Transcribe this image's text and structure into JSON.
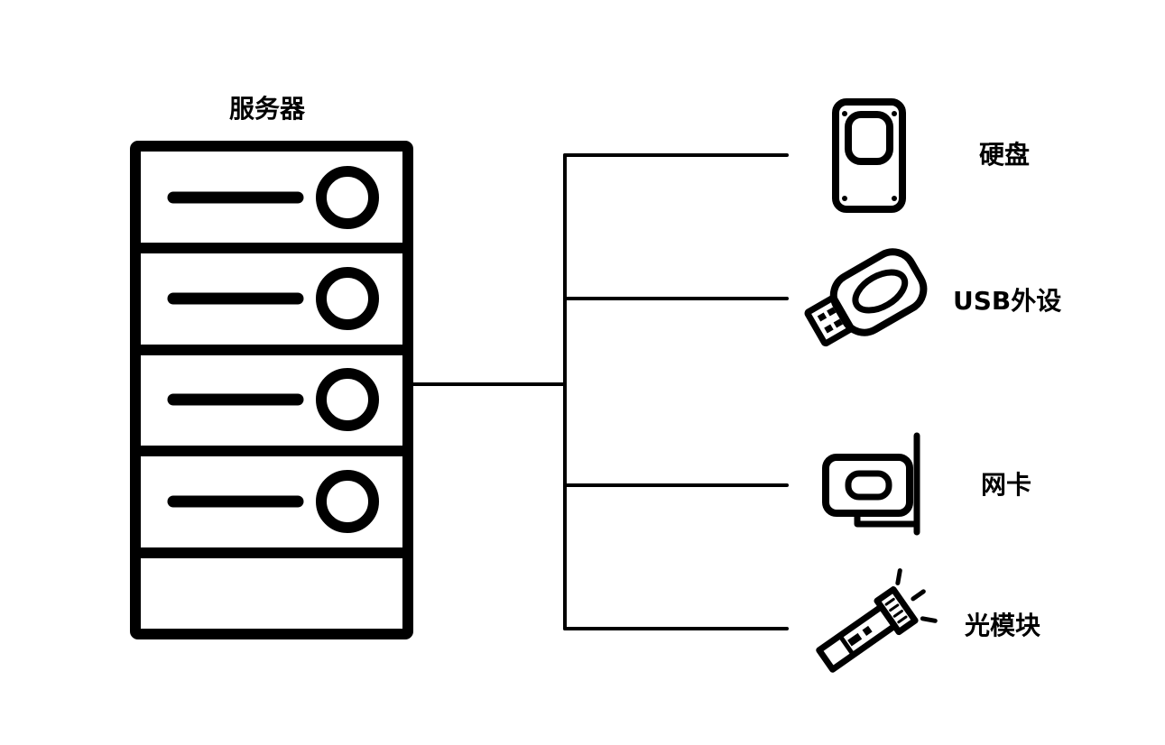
{
  "server": {
    "label": "服务器",
    "slots": 5,
    "slots_with_drive": 4
  },
  "devices": [
    {
      "id": "hdd",
      "label": "硬盘",
      "icon": "hard-drive-icon"
    },
    {
      "id": "usb",
      "label": "USB外设",
      "icon": "usb-stick-icon"
    },
    {
      "id": "nic",
      "label": "网卡",
      "icon": "network-card-icon"
    },
    {
      "id": "optical",
      "label": "光模块",
      "icon": "optical-module-icon"
    }
  ],
  "colors": {
    "stroke": "#000000",
    "background": "#ffffff"
  }
}
